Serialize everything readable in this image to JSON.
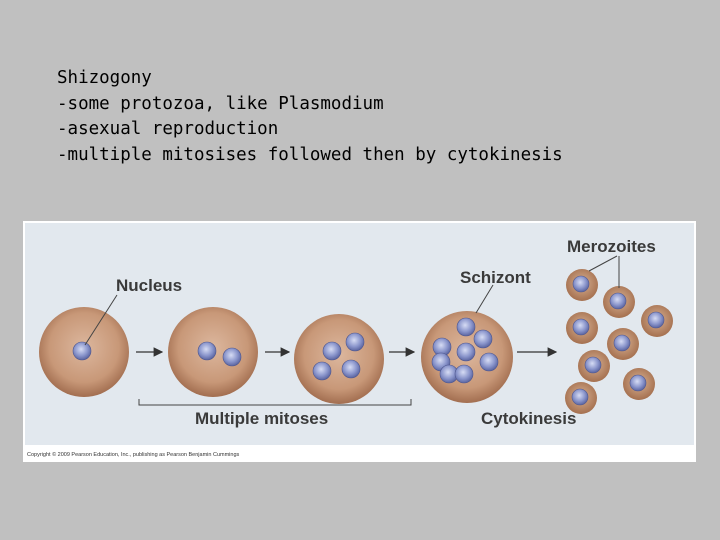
{
  "slide": {
    "title": "Shizogony",
    "bullets": [
      "-some protozoa, like Plasmodium",
      "-asexual reproduction",
      "-multiple mitosises followed then by cytokinesis"
    ]
  },
  "diagram": {
    "labels": {
      "nucleus": "Nucleus",
      "schizont": "Schizont",
      "merozoites": "Merozoites",
      "multiple_mitoses": "Multiple mitoses",
      "cytokinesis": "Cytokinesis"
    },
    "credit": "Copyright © 2009 Pearson Education, Inc., publishing as Pearson Benjamin Cummings"
  }
}
